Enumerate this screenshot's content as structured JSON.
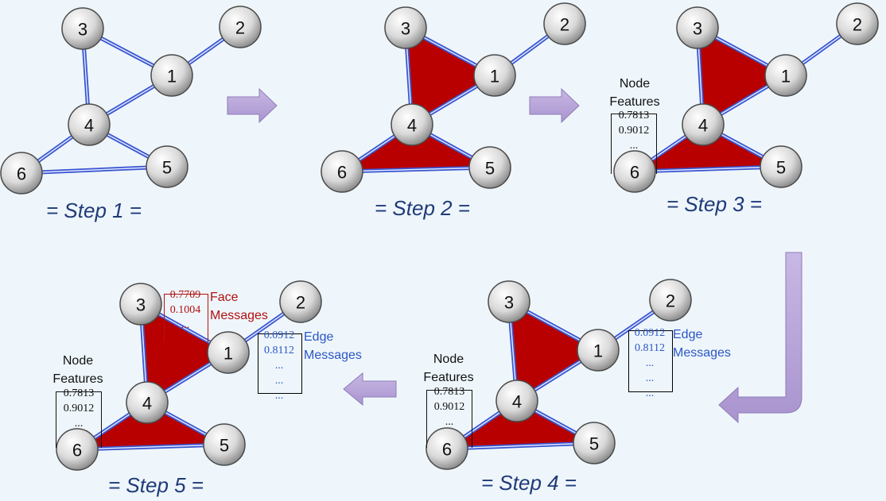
{
  "steps": [
    {
      "label": "= Step 1 ="
    },
    {
      "label": "= Step 2 ="
    },
    {
      "label": "= Step 3 ="
    },
    {
      "label": "= Step 4 ="
    },
    {
      "label": "= Step 5 ="
    }
  ],
  "nodes": [
    "1",
    "2",
    "3",
    "4",
    "5",
    "6"
  ],
  "annotations": {
    "node_features": {
      "title_line1": "Node",
      "title_line2": "Features",
      "values": [
        "0.7813",
        "0.9012",
        "..."
      ]
    },
    "edge_messages": {
      "title_line1": "Edge",
      "title_line2": "Messages",
      "values": [
        "0.0912",
        "0.8112",
        "...",
        "...",
        "..."
      ]
    },
    "face_messages": {
      "title_line1": "Face",
      "title_line2": "Messages",
      "values": [
        "0.7709",
        "0.1004",
        "..."
      ]
    }
  },
  "colors": {
    "background": "#eef6fb",
    "face_fill": "#b80000",
    "edge": "#3a55d0",
    "arrow": "#b9a7d8",
    "step_label": "#1f3a78",
    "face_text": "#b31010",
    "edge_text": "#2b56c6"
  }
}
